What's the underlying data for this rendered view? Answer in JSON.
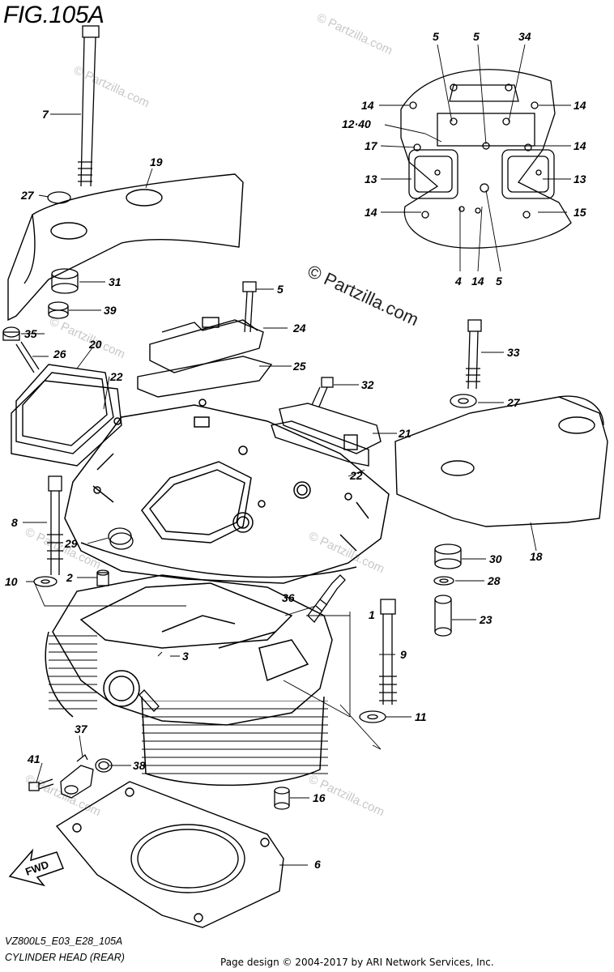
{
  "figure": {
    "title": "FIG.105A",
    "model_code": "VZ800L5_E03_E28_105A",
    "caption": "CYLINDER HEAD (REAR)",
    "credit": "Page design © 2004-2017 by ARI Network Services, Inc.",
    "watermark": "© Partzilla.com",
    "fwd_label": "FWD"
  },
  "callouts": [
    "1",
    "2",
    "3",
    "4",
    "5",
    "6",
    "7",
    "8",
    "9",
    "10",
    "11",
    "12·40",
    "13",
    "14",
    "15",
    "16",
    "17",
    "18",
    "19",
    "20",
    "21",
    "22",
    "23",
    "24",
    "25",
    "26",
    "27",
    "28",
    "29",
    "30",
    "31",
    "32",
    "33",
    "34",
    "35",
    "36",
    "37",
    "38",
    "39",
    "41"
  ]
}
